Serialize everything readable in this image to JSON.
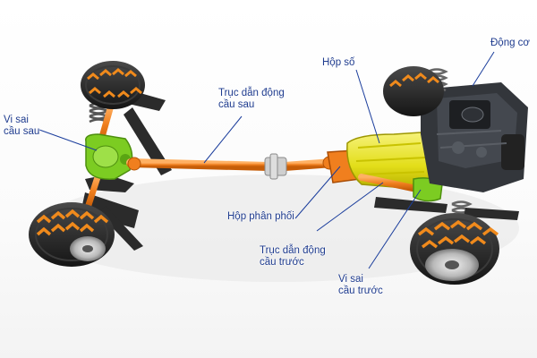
{
  "labels": {
    "dong_co": "Động cơ",
    "hop_so": "Hộp số",
    "truc_dan_dong_cau_sau": [
      "Trục dẫn động",
      "cầu sau"
    ],
    "vi_sai_cau_sau": [
      "Vi sai",
      "cầu sau"
    ],
    "hop_phan_phoi": "Hộp phân phối",
    "truc_dan_dong_cau_truoc": [
      "Trục dẫn động",
      "cầu trước"
    ],
    "vi_sai_cau_truoc": [
      "Vi sai",
      "cầu trước"
    ]
  },
  "colors": {
    "label_text": "#1f3c8f",
    "leader_line": "#1a3d9c",
    "drive_shaft": "#f07f1e",
    "gearbox": "#e3de1a",
    "differential": "#7ccc22",
    "tire": "#2a2a2a",
    "tread_chevron": "#f08a1c",
    "engine": "#33363b"
  }
}
